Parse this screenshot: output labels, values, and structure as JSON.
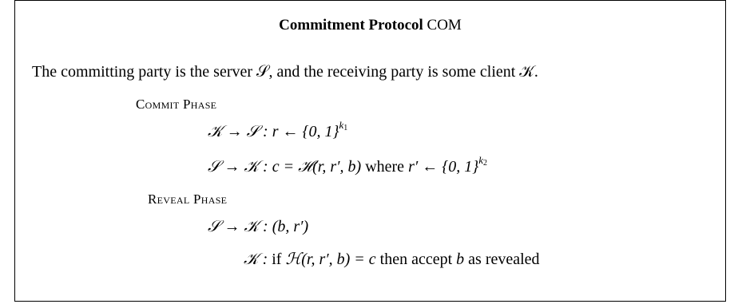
{
  "box": {
    "title_bold": "Commitment Protocol",
    "title_name": "COM",
    "intro": "The committing party is the server 𝒮, and the receiving party is some client 𝒦."
  },
  "commit_phase": {
    "label": "Commit Phase",
    "step1": {
      "lhs": "𝒦 → 𝒮 : ",
      "expr": "r ← {0, 1}",
      "exp": "k",
      "exp_sub": "1"
    },
    "step2": {
      "lhs": "𝒮 → 𝒦 : ",
      "expr": "c = ℋ(r, r′, b)",
      "where": " where ",
      "expr2": "r′ ← {0, 1}",
      "exp": "k",
      "exp_sub": "2"
    }
  },
  "reveal_phase": {
    "label": "Reveal Phase",
    "step1": {
      "lhs": "𝒮 → 𝒦 : ",
      "expr": "(b, r′)"
    },
    "step2": {
      "lhs": "𝒦 : ",
      "if": "if ",
      "expr": "ℋ(r, r′, b) = c",
      "then": " then accept ",
      "b": "b",
      "tail": " as revealed"
    }
  }
}
